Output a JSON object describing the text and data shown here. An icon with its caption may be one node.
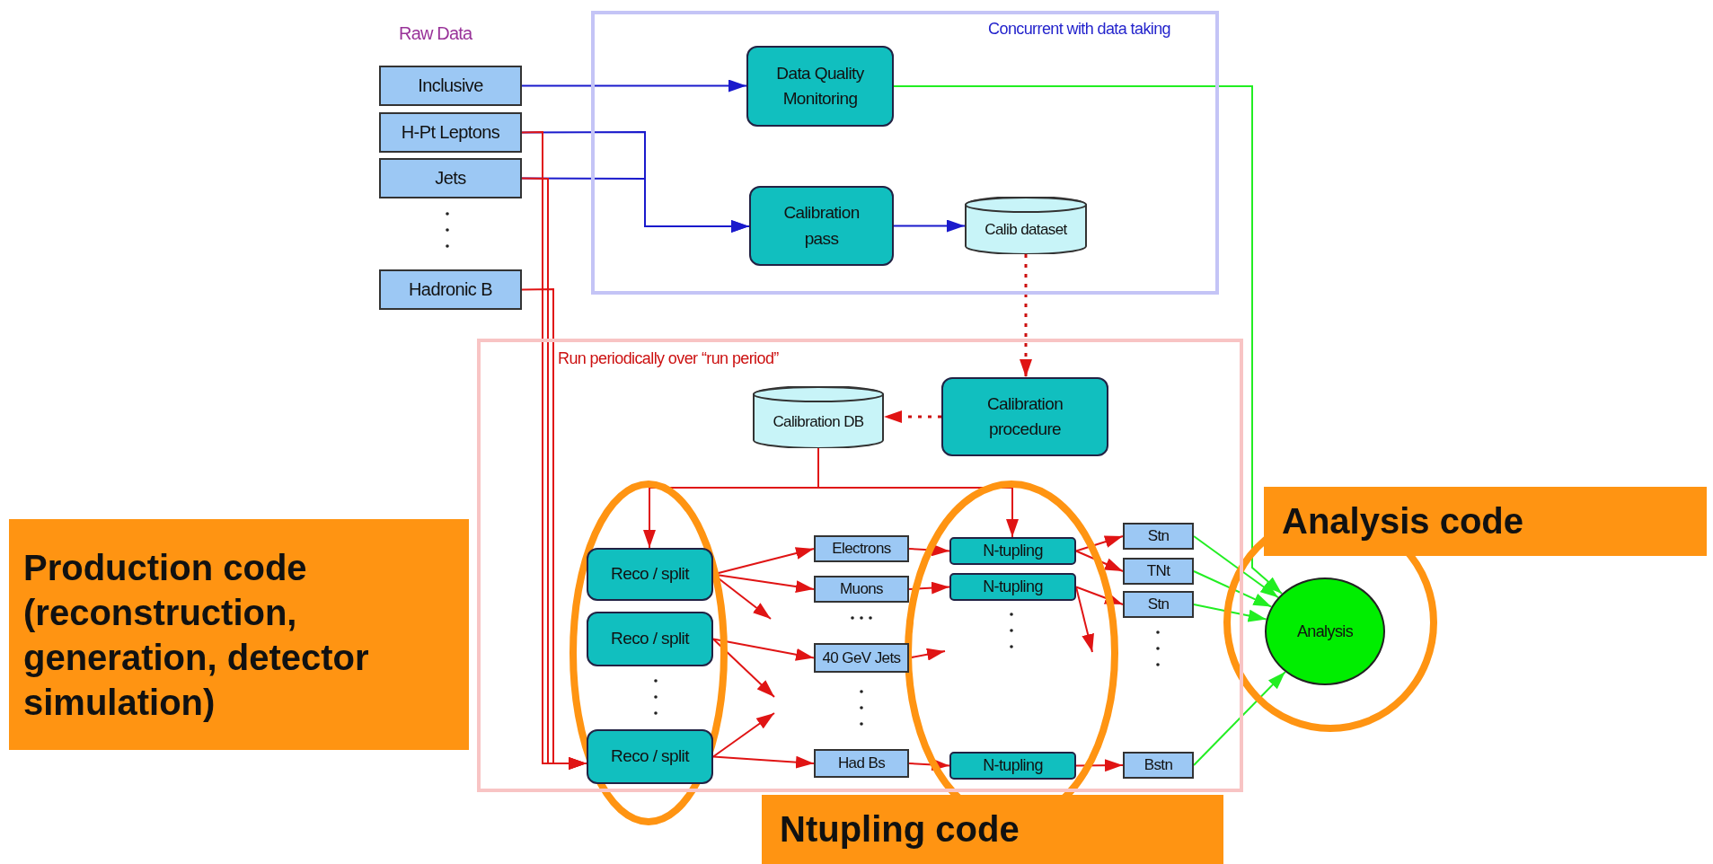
{
  "diagram": {
    "nodes": [
      {
        "text": [
          "Concurrent with data taking"
        ]
      },
      {
        "text": [
          "Inclusive"
        ]
      },
      {
        "text": [
          "H-Pt Leptons"
        ]
      },
      {
        "text": [
          "Jets"
        ]
      },
      {
        "text": [
          "Hadronic B"
        ]
      },
      {
        "text": [
          "Data Quality Monitoring"
        ],
        "in": 0
      },
      {
        "text": [
          "Calibration pass"
        ],
        "in": 0
      },
      {
        "text": [
          "Calib dataset"
        ],
        "in": 0
      },
      {
        "text": [
          "Run periodically over “run period”"
        ]
      },
      {
        "text": [
          "Calibration DB"
        ],
        "in": 8
      },
      {
        "text": [
          "Calibration procedure"
        ],
        "in": 8
      },
      {
        "text": [
          "Reco / split"
        ],
        "in": 8
      },
      {
        "text": [
          "Reco / split"
        ],
        "in": 8
      },
      {
        "text": [
          "Reco / split"
        ],
        "in": 8
      },
      {
        "text": [
          "Electrons"
        ],
        "in": 8
      },
      {
        "text": [
          "Muons"
        ],
        "in": 8
      },
      {
        "text": [
          "40 GeV Jets"
        ],
        "in": 8
      },
      {
        "text": [
          "Had Bs"
        ],
        "in": 8
      },
      {
        "text": [
          "N-tupling"
        ],
        "in": 8
      },
      {
        "text": [
          "N-tupling"
        ],
        "in": 8
      },
      {
        "text": [
          "N-tupling"
        ],
        "in": 8
      },
      {
        "text": [
          "Stn"
        ],
        "in": 8
      },
      {
        "text": [
          "TNt"
        ],
        "in": 8
      },
      {
        "text": [
          "Stn"
        ],
        "in": 8
      },
      {
        "text": [
          "Bstn"
        ],
        "in": 8
      },
      {
        "text": [
          "Analysis"
        ]
      },
      {
        "text": [
          "Production code (reconstruction, generation, detector simulation)"
        ]
      },
      {
        "text": [
          "Analysis code"
        ]
      },
      {
        "text": [
          "Ntupling code"
        ]
      }
    ],
    "edges": [
      {
        "from": 1,
        "to": 5,
        "arrow": "to",
        "color": "#1a1acc"
      },
      {
        "from": 2,
        "to": 6,
        "arrow": "to",
        "color": "#1a1acc"
      },
      {
        "from": 3,
        "to": 6,
        "arrow": "to",
        "color": "#1a1acc"
      },
      {
        "from": 6,
        "to": 7,
        "arrow": "to",
        "color": "#1a1acc"
      },
      {
        "from": 5,
        "to": 25,
        "arrow": "to",
        "color": "#22ee22"
      },
      {
        "from": 7,
        "to": 10,
        "arrow": "to",
        "style": "dashed"
      },
      {
        "from": 10,
        "to": 9,
        "arrow": "to",
        "style": "dashed"
      },
      {
        "from": 9,
        "to": 11,
        "arrow": "to"
      },
      {
        "from": 9,
        "to": 18,
        "arrow": "to"
      },
      {
        "from": 2,
        "to": 13,
        "arrow": "to"
      },
      {
        "from": 3,
        "to": 13,
        "arrow": "to"
      },
      {
        "from": 4,
        "to": 13,
        "arrow": "to"
      },
      {
        "from": 11,
        "to": 14,
        "arrow": "to"
      },
      {
        "from": 11,
        "to": 15,
        "arrow": "to"
      },
      {
        "from": 11,
        "to": null,
        "arrow": "to"
      },
      {
        "from": 12,
        "to": 16,
        "arrow": "to"
      },
      {
        "from": 12,
        "to": null,
        "arrow": "to"
      },
      {
        "from": 13,
        "to": null,
        "arrow": "to"
      },
      {
        "from": 13,
        "to": 17,
        "arrow": "to"
      },
      {
        "from": 14,
        "to": 18,
        "arrow": "to"
      },
      {
        "from": 15,
        "to": 19,
        "arrow": "to"
      },
      {
        "from": 16,
        "to": null,
        "arrow": "to"
      },
      {
        "from": 17,
        "to": 20,
        "arrow": "to"
      },
      {
        "from": 18,
        "to": 21,
        "arrow": "to"
      },
      {
        "from": 18,
        "to": 22,
        "arrow": "to"
      },
      {
        "from": 19,
        "to": 23,
        "arrow": "to"
      },
      {
        "from": 19,
        "to": null,
        "arrow": "to"
      },
      {
        "from": 20,
        "to": 24,
        "arrow": "to"
      },
      {
        "from": 21,
        "to": 25,
        "arrow": "to",
        "color": "#22ee22"
      },
      {
        "from": 22,
        "to": 25,
        "arrow": "to",
        "color": "#22ee22"
      },
      {
        "from": 23,
        "to": 25,
        "arrow": "to",
        "color": "#22ee22"
      },
      {
        "from": 24,
        "to": 25,
        "arrow": "to",
        "color": "#22ee22"
      }
    ],
    "labels": [
      "Raw Data"
    ]
  }
}
